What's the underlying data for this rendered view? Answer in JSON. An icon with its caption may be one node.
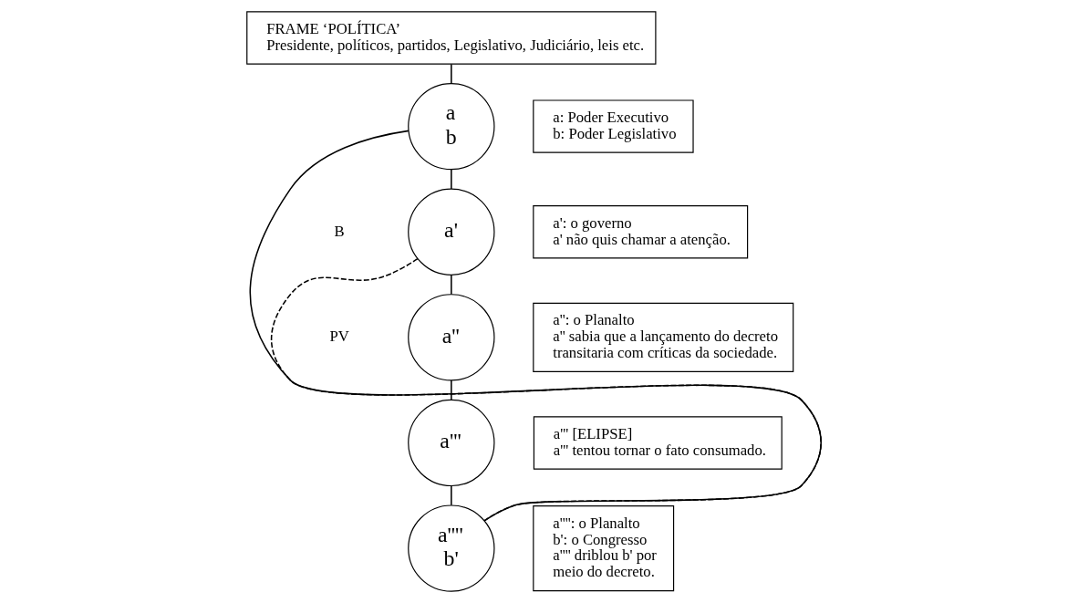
{
  "diagram": {
    "nodes": [
      {
        "text": [
          "FRAME ‘POLÍTICA’",
          "Presidente, políticos, partidos, Legislativo, Judiciário, leis etc."
        ]
      },
      {
        "text": [
          "a: Poder Executivo",
          "b: Poder Legislativo"
        ]
      },
      {
        "text": [
          "a",
          "b"
        ]
      },
      {
        "text": [
          "a': o governo",
          "a' não quis chamar a atenção."
        ]
      },
      {
        "text": [
          "a'"
        ]
      },
      {
        "text": [
          "a'': o Planalto",
          "a'' sabia que a lançamento do decreto transitaria com críticas da sociedade."
        ]
      },
      {
        "text": [
          "a''"
        ]
      },
      {
        "text": [
          "a''' [ELIPSE]",
          "a''' tentou tornar o fato consumado."
        ]
      },
      {
        "text": [
          "a'''"
        ]
      },
      {
        "text": [
          "a'''': o Planalto",
          "b': o Congresso",
          "a'''' driblou b' por meio do decreto."
        ]
      },
      {
        "text": [
          "a''''",
          "b'"
        ]
      }
    ],
    "edges": [
      {
        "from": 0,
        "to": 2,
        "arrow": "none"
      },
      {
        "from": 2,
        "to": 4,
        "arrow": "none"
      },
      {
        "from": 4,
        "to": 6,
        "arrow": "none"
      },
      {
        "from": 6,
        "to": 8,
        "arrow": "none"
      },
      {
        "from": 8,
        "to": 10,
        "arrow": "none"
      },
      {
        "from": 2,
        "to": 10,
        "arrow": "none"
      },
      {
        "from": 4,
        "to": 10,
        "arrow": "none",
        "style": "dashed"
      }
    ],
    "labels": [
      "B",
      "PV"
    ]
  }
}
